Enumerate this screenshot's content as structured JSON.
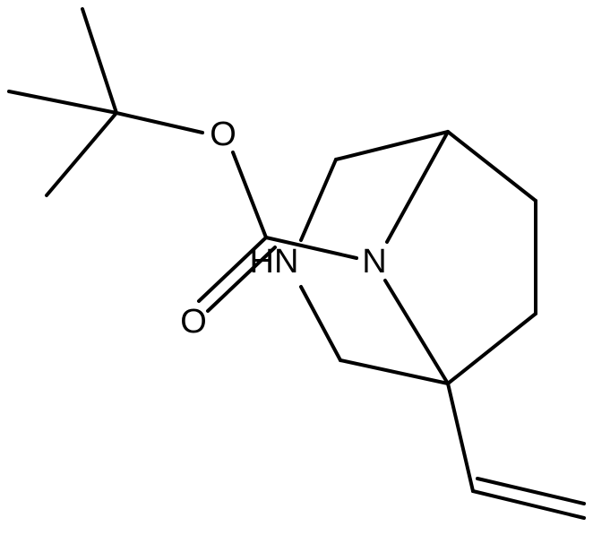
{
  "molecule": {
    "atoms": {
      "ether_oxygen": "O",
      "carbonyl_oxygen": "O",
      "amine_nh": "HN",
      "bridge_nitrogen": "N"
    }
  },
  "colors": {
    "bond": "#000000",
    "text": "#000000",
    "background": "#ffffff"
  }
}
